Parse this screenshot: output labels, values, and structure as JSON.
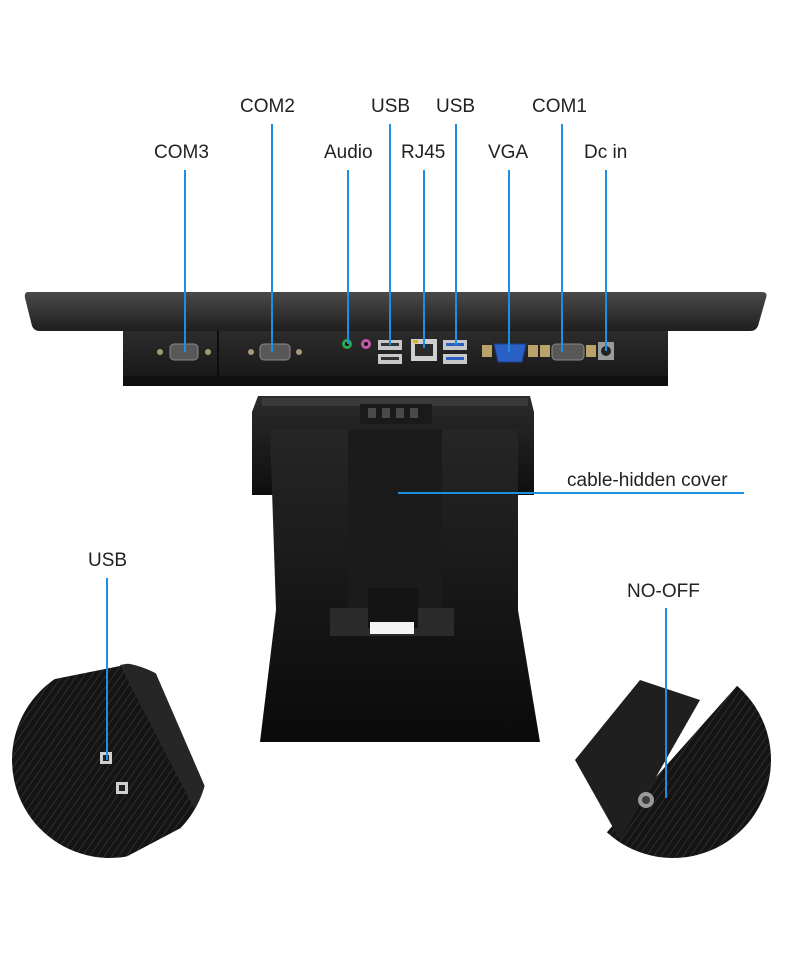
{
  "labels": {
    "com3": "COM3",
    "com2": "COM2",
    "audio": "Audio",
    "usb_left": "USB",
    "rj45": "RJ45",
    "usb_right": "USB",
    "vga": "VGA",
    "com1": "COM1",
    "dc_in": "Dc in",
    "cable_cover": "cable-hidden cover",
    "side_usb": "USB",
    "power_switch": "NO-OFF"
  },
  "colors": {
    "leader_line": "#1a8fe3",
    "device_body": "#2a2a2a",
    "port_blue": "#2a5fc4",
    "port_brass": "#b9a36a"
  }
}
